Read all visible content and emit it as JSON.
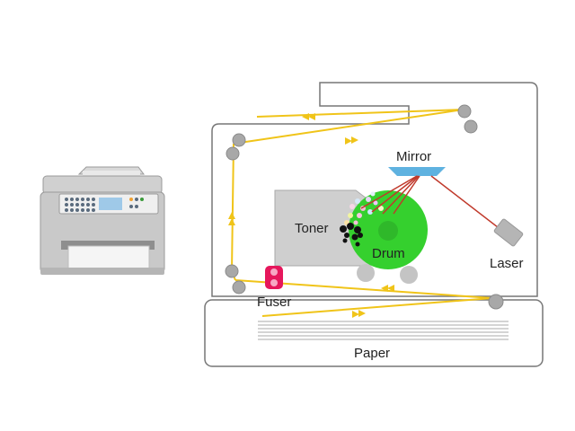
{
  "labels": {
    "mirror": "Mirror",
    "toner": "Toner",
    "drum": "Drum",
    "laser": "Laser",
    "fuser": "Fuser",
    "paper": "Paper"
  },
  "colors": {
    "paper_path": "#f0c419",
    "drum": "#35d02e",
    "laser_beam": "#c0392b",
    "fuser": "#e6175c",
    "mirror": "#5fb2e0",
    "roller": "#a8a8a8",
    "toner_housing": "#cfcfcf",
    "outline": "#777777"
  },
  "icons": {
    "printer": "office-printer-icon"
  }
}
